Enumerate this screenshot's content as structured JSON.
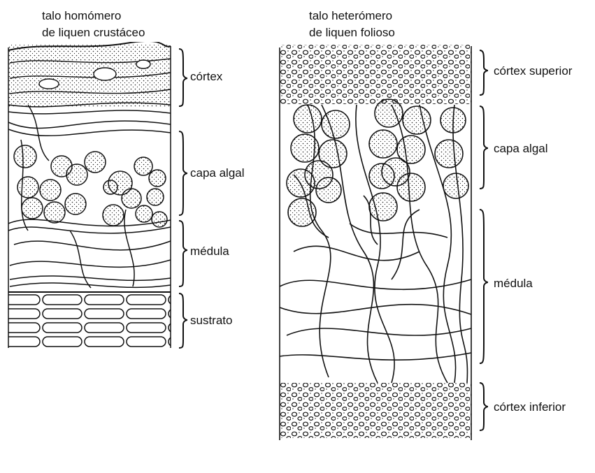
{
  "diagram": {
    "left": {
      "title_line1": "talo homómero",
      "title_line2": "de liquen crustáceo",
      "layers": {
        "cortex": "córtex",
        "algal": "capa algal",
        "medulla": "médula",
        "substrate": "sustrato"
      }
    },
    "right": {
      "title_line1": "talo heterómero",
      "title_line2": "de liquen folioso",
      "layers": {
        "upper_cortex": "córtex superior",
        "algal": "capa algal",
        "medulla": "médula",
        "lower_cortex": "córtex inferior"
      }
    }
  },
  "style": {
    "ink": "#111111",
    "paper": "#ffffff"
  }
}
